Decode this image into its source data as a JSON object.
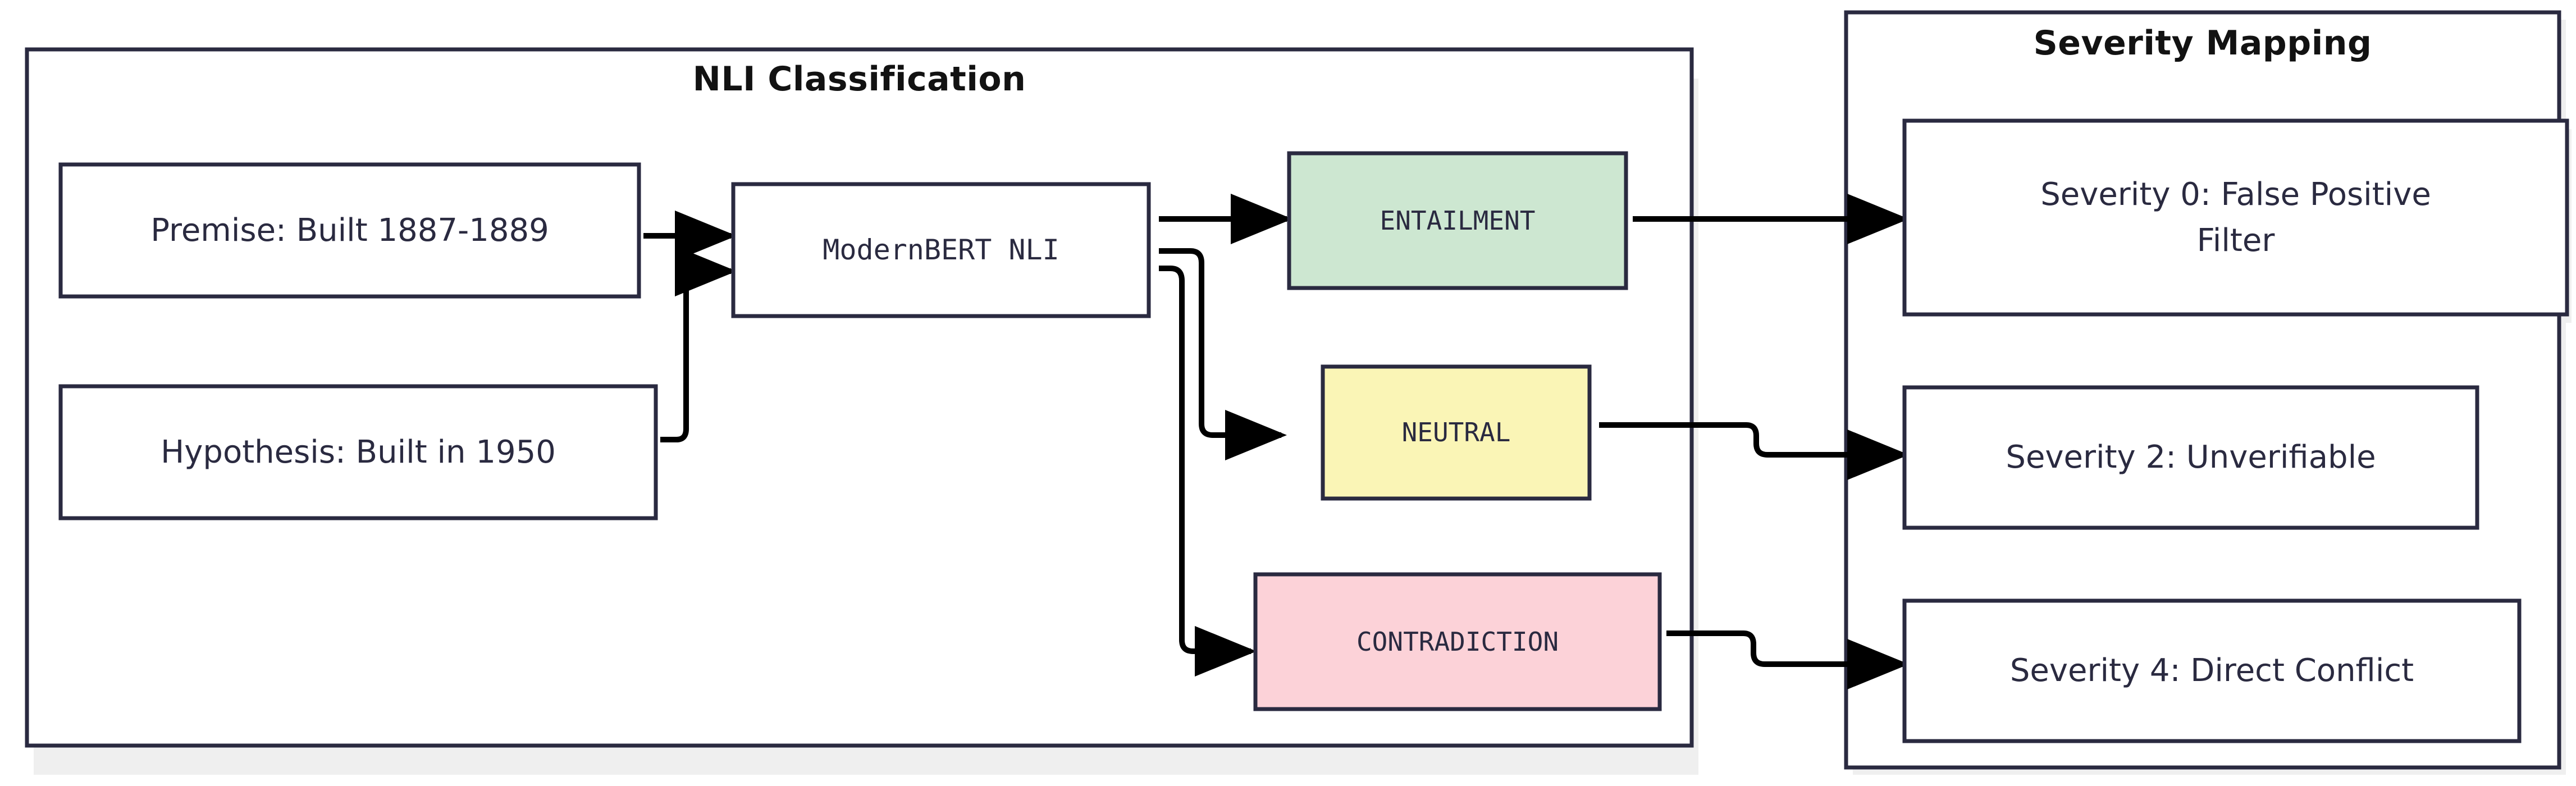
{
  "diagram": {
    "type": "flowchart",
    "direction": "left-to-right",
    "title": "NLI Classification to Severity Mapping flowchart",
    "theme": {
      "background": "#ffffff",
      "node_border": "#2a2a40",
      "node_fill": "#ffffff",
      "node_text": "#2a2a40",
      "cluster_border": "#2a2a40",
      "cluster_title_text": "#121212",
      "edge_stroke": "#000000",
      "shadow": "#efefef",
      "entailment_fill": "#cde7d1",
      "neutral_fill": "#faf5b6",
      "contradiction_fill": "#fcd2d8"
    },
    "clusters": [
      {
        "id": "nli",
        "title": "NLI Classification"
      },
      {
        "id": "sev",
        "title": "Severity Mapping"
      }
    ],
    "nodes": [
      {
        "id": "premise",
        "label": "Premise: Built 1887-1889",
        "cluster": "nli",
        "fill": "#ffffff"
      },
      {
        "id": "hypothesis",
        "label": "Hypothesis: Built in 1950",
        "cluster": "nli",
        "fill": "#ffffff"
      },
      {
        "id": "model",
        "label": "ModernBERT NLI",
        "cluster": "nli",
        "fill": "#ffffff"
      },
      {
        "id": "entailment",
        "label": "ENTAILMENT",
        "cluster": "nli",
        "fill": "#cde7d1"
      },
      {
        "id": "neutral",
        "label": "NEUTRAL",
        "cluster": "nli",
        "fill": "#faf5b6"
      },
      {
        "id": "contradiction",
        "label": "CONTRADICTION",
        "cluster": "nli",
        "fill": "#fcd2d8"
      },
      {
        "id": "sev0",
        "label": "Severity 0: False Positive\nFilter",
        "cluster": "sev",
        "fill": "#ffffff"
      },
      {
        "id": "sev2",
        "label": "Severity 2: Unverifiable",
        "cluster": "sev",
        "fill": "#ffffff"
      },
      {
        "id": "sev4",
        "label": "Severity 4: Direct Conflict",
        "cluster": "sev",
        "fill": "#ffffff"
      }
    ],
    "edges": [
      {
        "from": "premise",
        "to": "model",
        "label": ""
      },
      {
        "from": "hypothesis",
        "to": "model",
        "label": ""
      },
      {
        "from": "model",
        "to": "entailment",
        "label": ""
      },
      {
        "from": "model",
        "to": "neutral",
        "label": ""
      },
      {
        "from": "model",
        "to": "contradiction",
        "label": ""
      },
      {
        "from": "entailment",
        "to": "sev0",
        "label": ""
      },
      {
        "from": "neutral",
        "to": "sev2",
        "label": ""
      },
      {
        "from": "contradiction",
        "to": "sev4",
        "label": ""
      }
    ]
  }
}
